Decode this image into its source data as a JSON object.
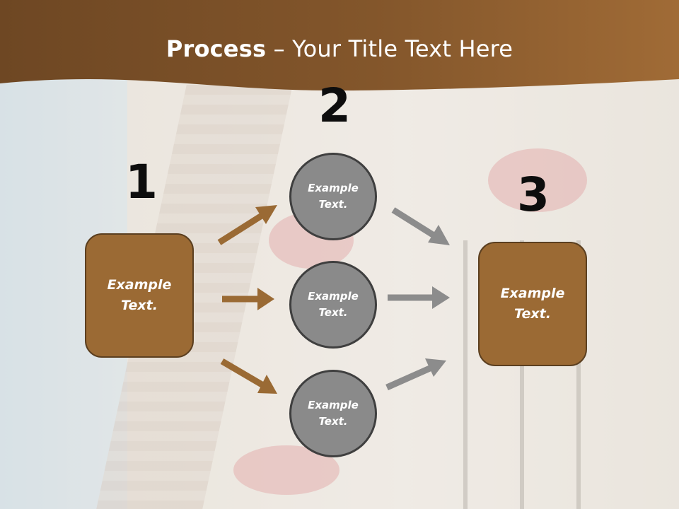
{
  "title": {
    "bold": "Process",
    "rest": " – Your Title Text Here"
  },
  "steps": {
    "num1": "1",
    "num2": "2",
    "num3": "3"
  },
  "boxes": {
    "left": "Example\nText.",
    "right": "Example\nText."
  },
  "circles": [
    "Example\nText.",
    "Example\nText.",
    "Example\nText."
  ],
  "colors": {
    "header": "#7a4f27",
    "box_fill": "#9b6a34",
    "box_border": "#5b3f20",
    "circle_fill": "#8a8a8a",
    "circle_border": "#3f3f3f",
    "arrow_brown": "#9a6a34",
    "arrow_gray": "#8c8c8c"
  }
}
